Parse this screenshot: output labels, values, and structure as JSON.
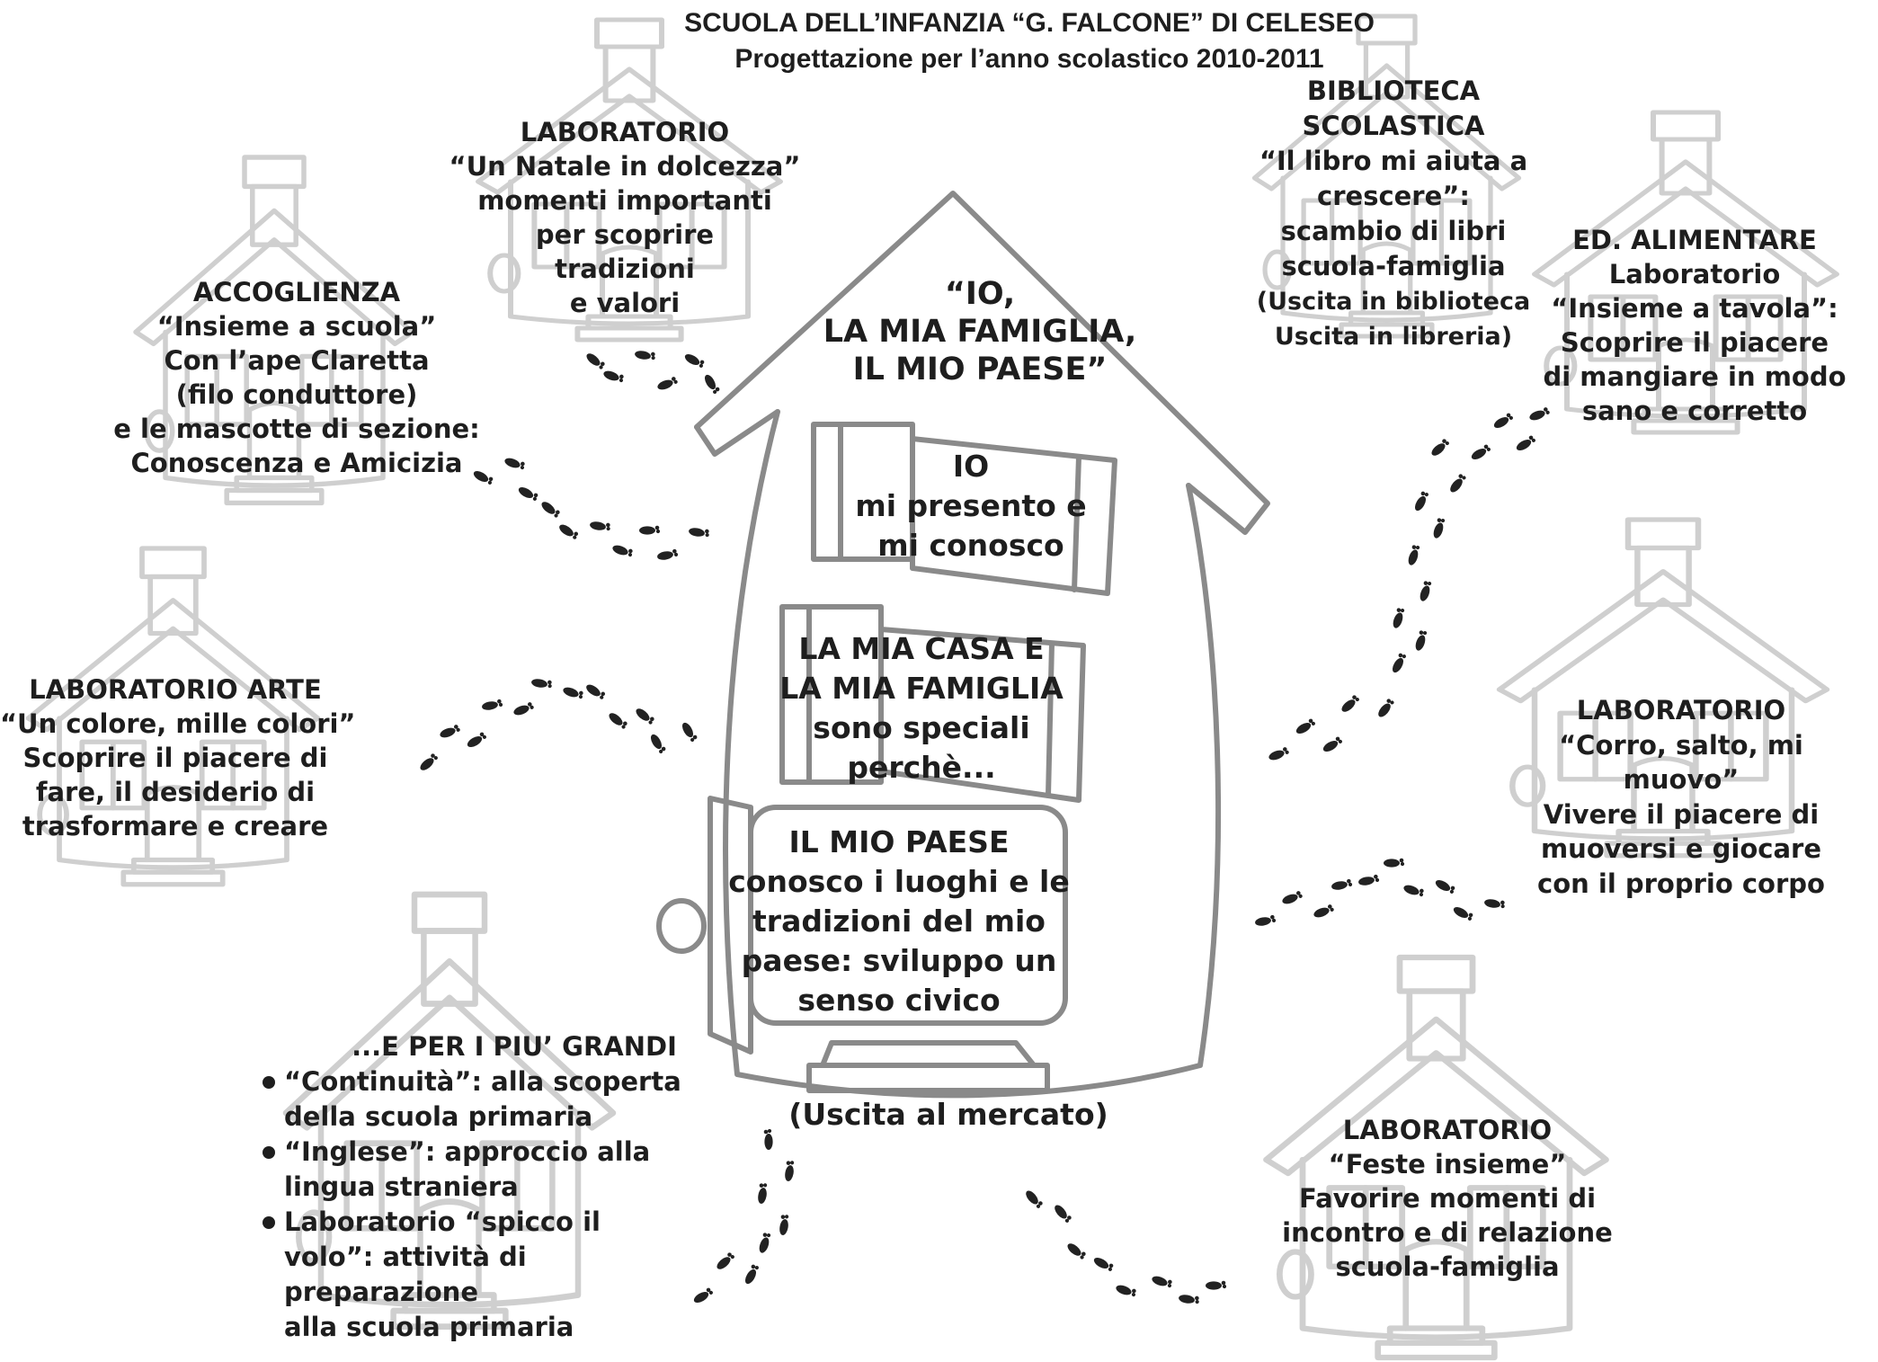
{
  "header": {
    "line1": "SCUOLA DELL’INFANZIA “G. FALCONE” DI CELESEO",
    "line2": "Progettazione per l’anno scolastico 2010-2011"
  },
  "center": {
    "title": [
      "“IO,",
      "LA MIA FAMIGLIA,",
      "IL MIO PAESE”"
    ],
    "io": [
      "IO",
      "mi presento e",
      "mi conosco"
    ],
    "casa": [
      "LA MIA CASA E",
      "LA MIA FAMIGLIA",
      "sono speciali",
      "perchè..."
    ],
    "paese": [
      "IL MIO PAESE",
      "conosco i luoghi e le",
      "tradizioni del mio",
      "paese: sviluppo un",
      "senso civico"
    ],
    "uscita": "(Uscita al mercato)"
  },
  "natale": [
    "LABORATORIO",
    "“Un Natale in dolcezza”",
    "momenti importanti",
    "per scoprire",
    "tradizioni",
    "e valori"
  ],
  "accoglienza": [
    "ACCOGLIENZA",
    "“Insieme a scuola”",
    "Con l’ape Claretta",
    "(filo conduttore)",
    "e le mascotte di sezione:",
    "Conoscenza e Amicizia"
  ],
  "arte": [
    "LABORATORIO ARTE",
    "“Un colore, mille colori”",
    "Scoprire il piacere di",
    "fare, il desiderio di",
    "trasformare e creare"
  ],
  "grandi": {
    "title": "...E PER I PIU’ GRANDI",
    "items": [
      [
        "“Continuità”: alla scoperta",
        "della scuola primaria"
      ],
      [
        "“Inglese”: approccio alla",
        "lingua straniera"
      ],
      [
        "Laboratorio “spicco il",
        "volo”: attività di preparazione",
        "alla scuola primaria"
      ]
    ]
  },
  "biblioteca": [
    "BIBLIOTECA",
    "SCOLASTICA",
    "“Il libro mi aiuta a",
    "crescere”:",
    "scambio di libri",
    "scuola-famiglia",
    "(Uscita in biblioteca",
    "Uscita in libreria)"
  ],
  "alimentare": [
    "ED. ALIMENTARE",
    "Laboratorio",
    "“Insieme a tavola”:",
    "Scoprire il piacere",
    "di mangiare in modo",
    "sano e corretto"
  ],
  "corro": [
    "LABORATORIO",
    "“Corro, salto, mi",
    "muovo”",
    "Vivere il piacere di",
    "muoversi e giocare",
    "con il proprio corpo"
  ],
  "feste": [
    "LABORATORIO",
    "“Feste insieme”",
    "Favorire momenti di",
    "incontro e di relazione",
    "scuola-famiglia"
  ],
  "colors": {
    "outline": "#cfcfcf",
    "center_outline": "#8a8a8a",
    "text": "#1e1e1e",
    "footprint": "#222222"
  },
  "icons": [
    "house-icon",
    "footprint-icon"
  ]
}
